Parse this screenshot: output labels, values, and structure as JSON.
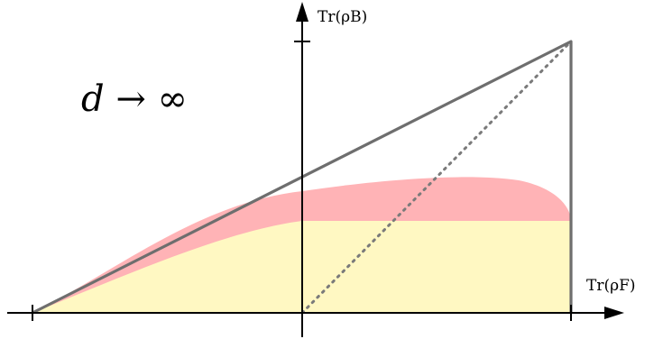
{
  "diagram": {
    "label_limit": "d → ∞",
    "axis_y_label": "Tr(ρB)",
    "axis_x_label": "Tr(ρF)",
    "colors": {
      "red_region": "#ffb3b6",
      "yellow_region": "#fff8c2",
      "outline": "#6e6e6e",
      "axes": "#000000",
      "diagonal": "#7a7a7a"
    }
  }
}
